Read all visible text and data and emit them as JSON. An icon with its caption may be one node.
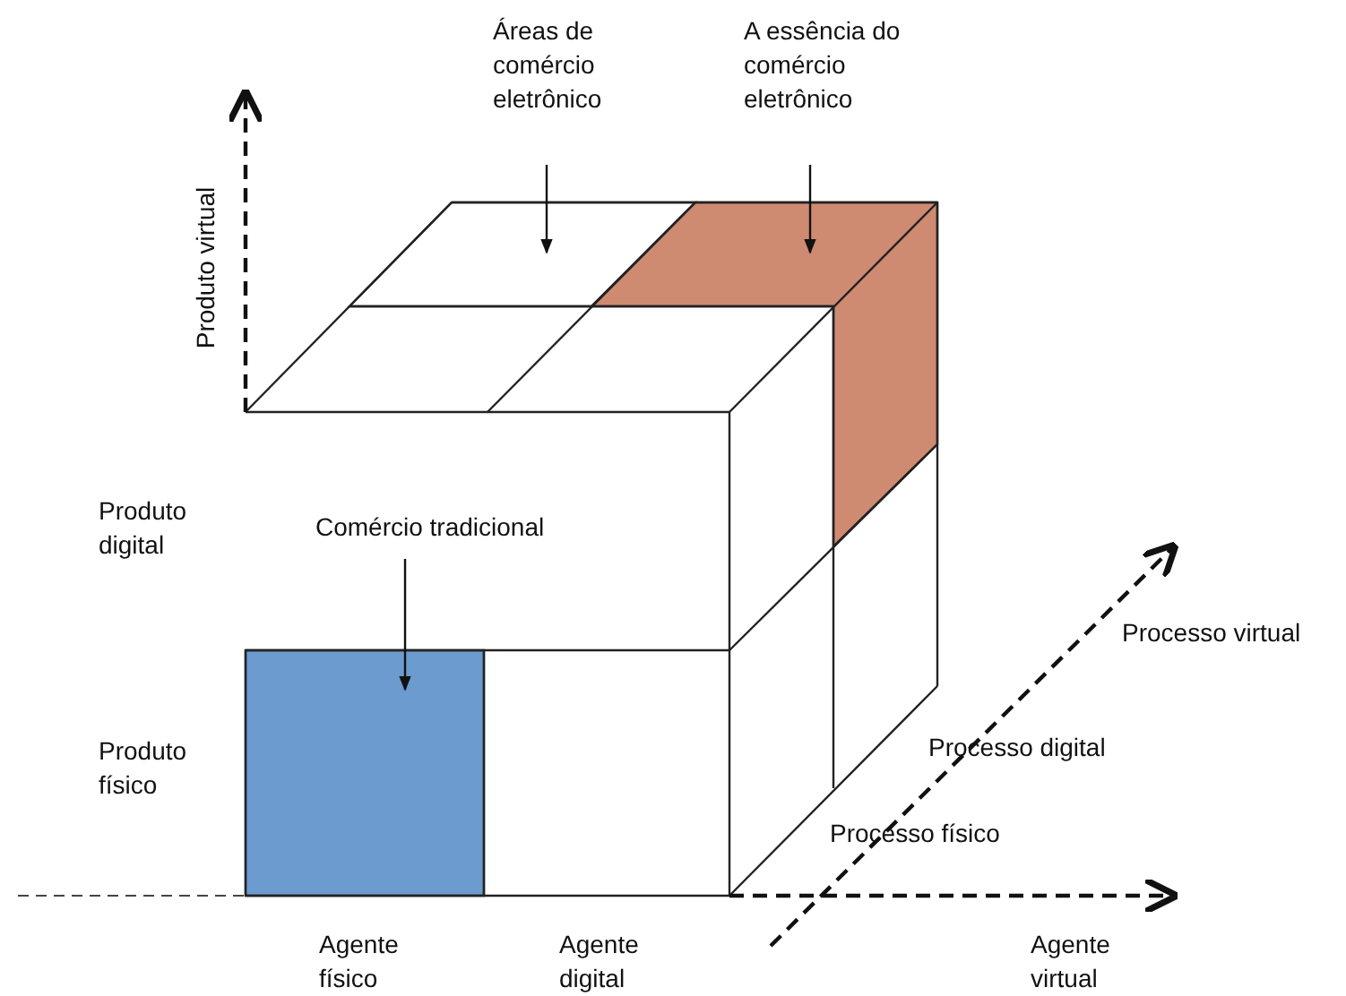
{
  "diagram": {
    "nodes": [
      {
        "text": [
          "Áreas de comércio eletrônico"
        ]
      },
      {
        "text": [
          "A essência do comércio eletrônico"
        ]
      },
      {
        "text": [
          "Comércio tradicional"
        ]
      },
      {
        "text": [],
        "shape": "box"
      },
      {
        "text": [],
        "shape": "box"
      },
      {
        "text": [],
        "shape": "box"
      }
    ],
    "edges": [
      {
        "from": 0,
        "to": 3,
        "arrow": "to"
      },
      {
        "from": 1,
        "to": 4,
        "arrow": "to"
      },
      {
        "from": 2,
        "to": 5,
        "arrow": "to"
      }
    ],
    "labels": [
      "Produto virtual",
      "Produto digital",
      "Produto físico",
      "Agente físico",
      "Agente digital",
      "Agente virtual",
      "Processo virtual",
      "Processo digital",
      "Processo físico"
    ]
  }
}
